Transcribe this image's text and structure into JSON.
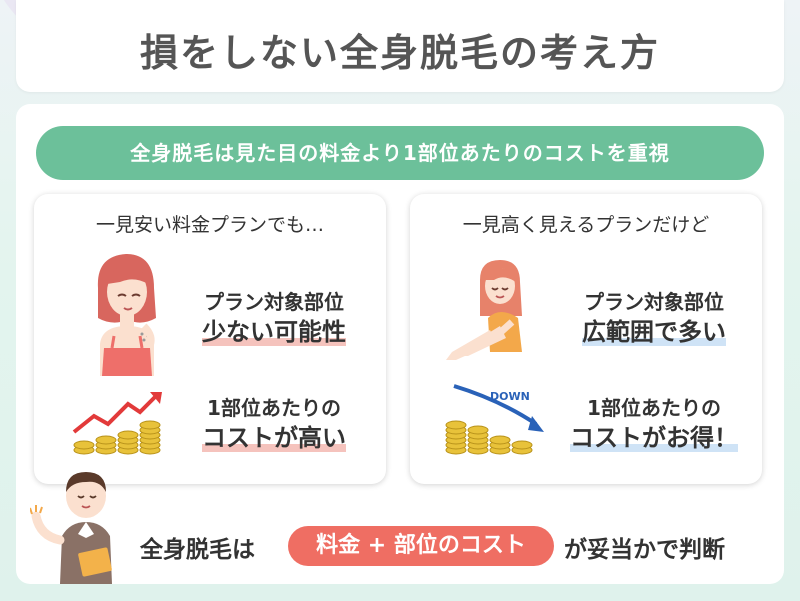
{
  "title": "損をしない全身脱毛の考え方",
  "banner": "全身脱毛は見た目の料金より1部位あたりのコストを重視",
  "left_card": {
    "heading": "一見安い料金プランでも…",
    "point1_line1": "プラン対象部位",
    "point1_line2": "少ない可能性",
    "point2_line1": "1部位あたりの",
    "point2_line2": "コストが高い"
  },
  "right_card": {
    "heading": "一見高く見えるプランだけど",
    "point1_line1": "プラン対象部位",
    "point1_line2": "広範囲で多い",
    "point2_line1": "1部位あたりの",
    "point2_line2": "コストがお得！",
    "down_label": "DOWN"
  },
  "conclusion": {
    "before": "全身脱毛は",
    "highlight": "料金 + 部位のコスト",
    "after": "が妥当かで判断"
  },
  "colors": {
    "banner_green": "#6cc09a",
    "highlight_red": "#ef6e63",
    "underline_red": "#f5c3bd",
    "underline_blue": "#cfe3f6",
    "coin_gold": "#e8c23a"
  }
}
